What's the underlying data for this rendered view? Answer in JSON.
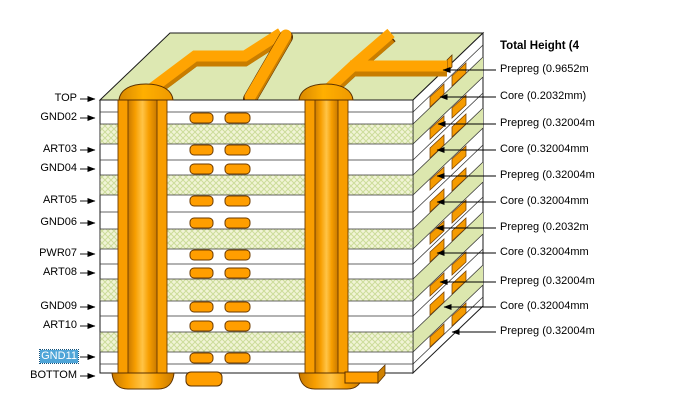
{
  "view": {
    "description": "PCB layer stackup 3D cross-section",
    "colors": {
      "copper": "#FFA200",
      "copper_shadow": "#C87D00",
      "core_green": "#DCE7AE",
      "core_hatch_bg": "#F1F4D6",
      "board_top_green": "#DDE8B2",
      "highlight_blue": "#4FA5D8",
      "background": "#FFFFFF"
    }
  },
  "left_labels": [
    {
      "label": "TOP",
      "selected": false
    },
    {
      "label": "GND02",
      "selected": false
    },
    {
      "label": "ART03",
      "selected": false
    },
    {
      "label": "GND04",
      "selected": false
    },
    {
      "label": "ART05",
      "selected": false
    },
    {
      "label": "GND06",
      "selected": false
    },
    {
      "label": "PWR07",
      "selected": false
    },
    {
      "label": "ART08",
      "selected": false
    },
    {
      "label": "GND09",
      "selected": false
    },
    {
      "label": "ART10",
      "selected": false
    },
    {
      "label": "GND11",
      "selected": true
    },
    {
      "label": "BOTTOM",
      "selected": false
    }
  ],
  "right_panel": {
    "title": "Total Height (4",
    "items": [
      {
        "label": "Prepreg (0.9652m"
      },
      {
        "label": "Core (0.2032mm)"
      },
      {
        "label": "Prepreg (0.32004m"
      },
      {
        "label": "Core (0.32004mm"
      },
      {
        "label": "Prepreg (0.32004m"
      },
      {
        "label": "Core (0.32004mm"
      },
      {
        "label": "Prepreg (0.2032m"
      },
      {
        "label": "Core (0.32004mm"
      },
      {
        "label": "Prepreg (0.32004m"
      },
      {
        "label": "Core (0.32004mm"
      },
      {
        "label": "Prepreg (0.32004m"
      }
    ]
  }
}
